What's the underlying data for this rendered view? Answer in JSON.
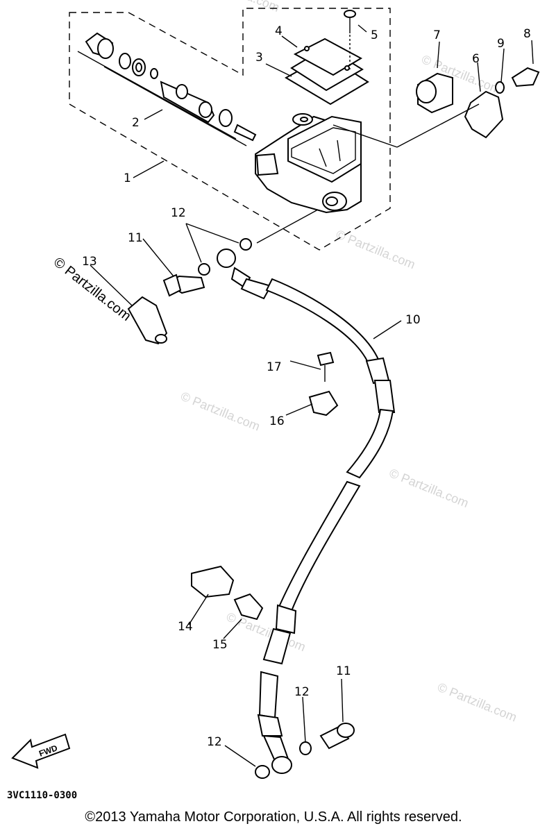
{
  "diagram": {
    "watermark": "© Partzilla.com",
    "diagram_code": "3VC1110-0300",
    "copyright": "©2013 Yamaha Motor Corporation, U.S.A. All rights reserved.",
    "fwd_label": "FWD",
    "callouts": {
      "c1": "1",
      "c2": "2",
      "c3": "3",
      "c4": "4",
      "c5": "5",
      "c6": "6",
      "c7": "7",
      "c8": "8",
      "c9": "9",
      "c10": "10",
      "c11a": "11",
      "c11b": "11",
      "c12a": "12",
      "c12b": "12",
      "c12c": "12",
      "c13": "13",
      "c14": "14",
      "c15": "15",
      "c16": "16",
      "c17": "17"
    }
  }
}
